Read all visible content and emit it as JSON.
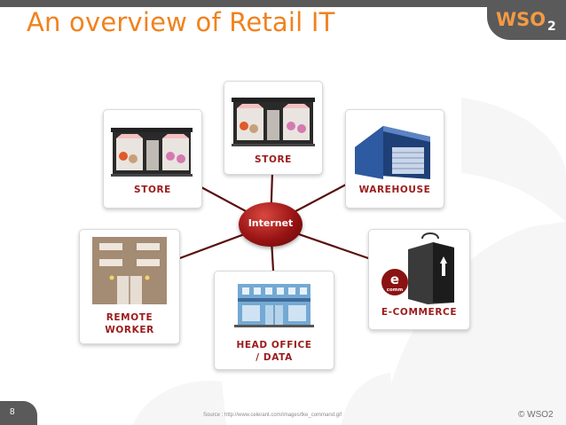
{
  "slide": {
    "title": "An overview of Retail IT",
    "number": "8",
    "source": "Source : http://www.celerant.com/images/tke_command.gif",
    "copyright": "© WSO2"
  },
  "logo": {
    "text": "WSO",
    "subscript": "2"
  },
  "diagram": {
    "hub_label": "Internet",
    "nodes": [
      {
        "id": "store-left",
        "label": "STORE",
        "icon": "storefront-icon"
      },
      {
        "id": "store-top",
        "label": "STORE",
        "icon": "storefront-icon"
      },
      {
        "id": "warehouse",
        "label": "WAREHOUSE",
        "icon": "warehouse-icon"
      },
      {
        "id": "remote-worker",
        "label": "REMOTE\nWORKER",
        "icon": "office-building-icon"
      },
      {
        "id": "head-office",
        "label": "HEAD OFFICE\n/ DATA",
        "icon": "head-office-building-icon"
      },
      {
        "id": "e-commerce",
        "label": "E-COMMERCE",
        "icon": "shopping-bag-icon",
        "badge": "e",
        "badge_sub": "comm"
      }
    ]
  },
  "colors": {
    "title": "#f0821e",
    "labels": "#9b1b1b",
    "hub": "#9a1414",
    "chrome": "#5a5a5a"
  }
}
